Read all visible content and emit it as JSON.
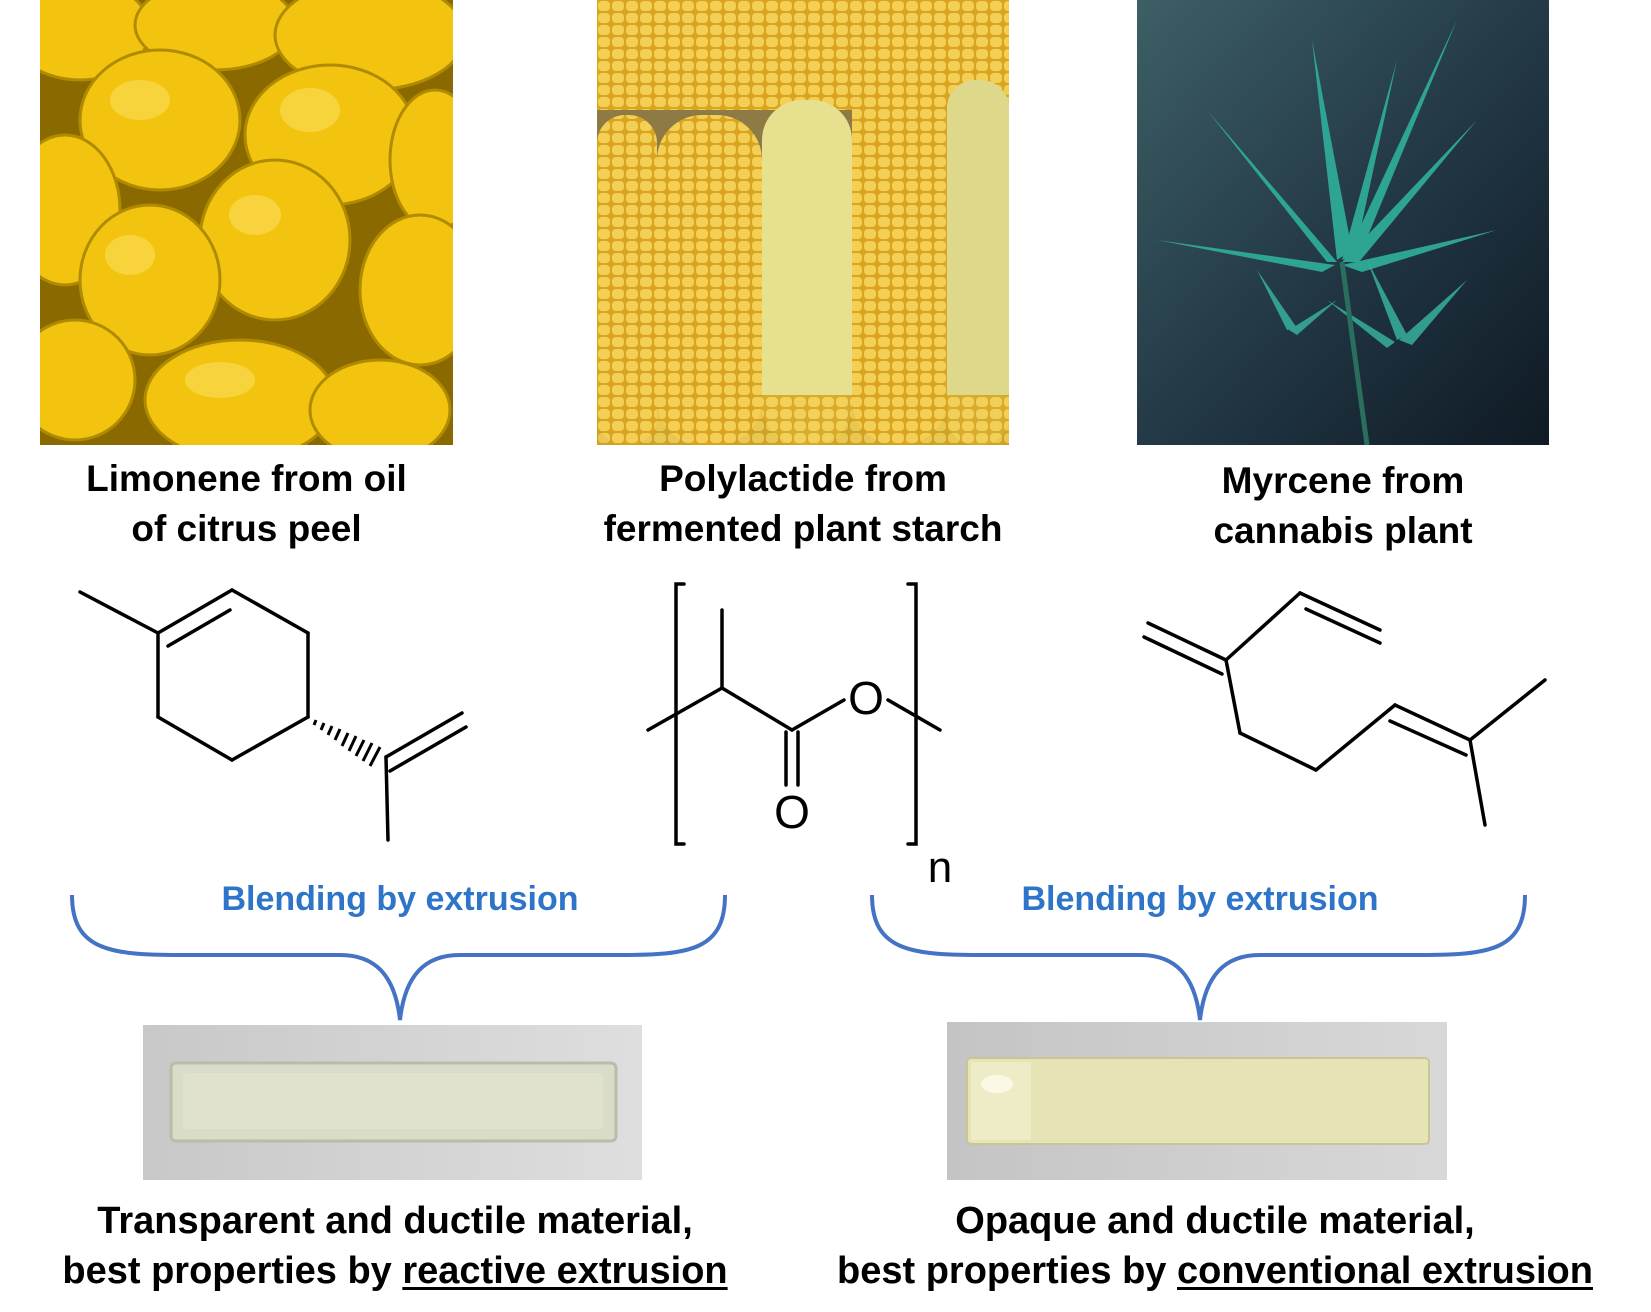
{
  "sources": [
    {
      "id": "limonene",
      "photo": "lemons-photo",
      "caption_lines": [
        "Limonene from oil",
        "of citrus peel"
      ]
    },
    {
      "id": "polylactide",
      "photo": "corn-photo",
      "caption_lines": [
        "Polylactide from",
        "fermented plant starch"
      ]
    },
    {
      "id": "myrcene",
      "photo": "cannabis-photo",
      "caption_lines": [
        "Myrcene from",
        "cannabis plant"
      ]
    }
  ],
  "structures": {
    "pla_o_ester": "O",
    "pla_o_carbonyl": "O",
    "pla_subscript": "n"
  },
  "blends": [
    {
      "label": "Blending by extrusion",
      "result_line1": "Transparent and ductile material,",
      "result_line2_prefix": "best properties by ",
      "result_line2_emphasis": "reactive extrusion"
    },
    {
      "label": "Blending by extrusion",
      "result_line1": "Opaque and ductile material,",
      "result_line2_prefix": "best properties by ",
      "result_line2_emphasis": "conventional extrusion"
    }
  ],
  "colors": {
    "brace": "#4472C4",
    "brace_label": "#2E75C9"
  }
}
